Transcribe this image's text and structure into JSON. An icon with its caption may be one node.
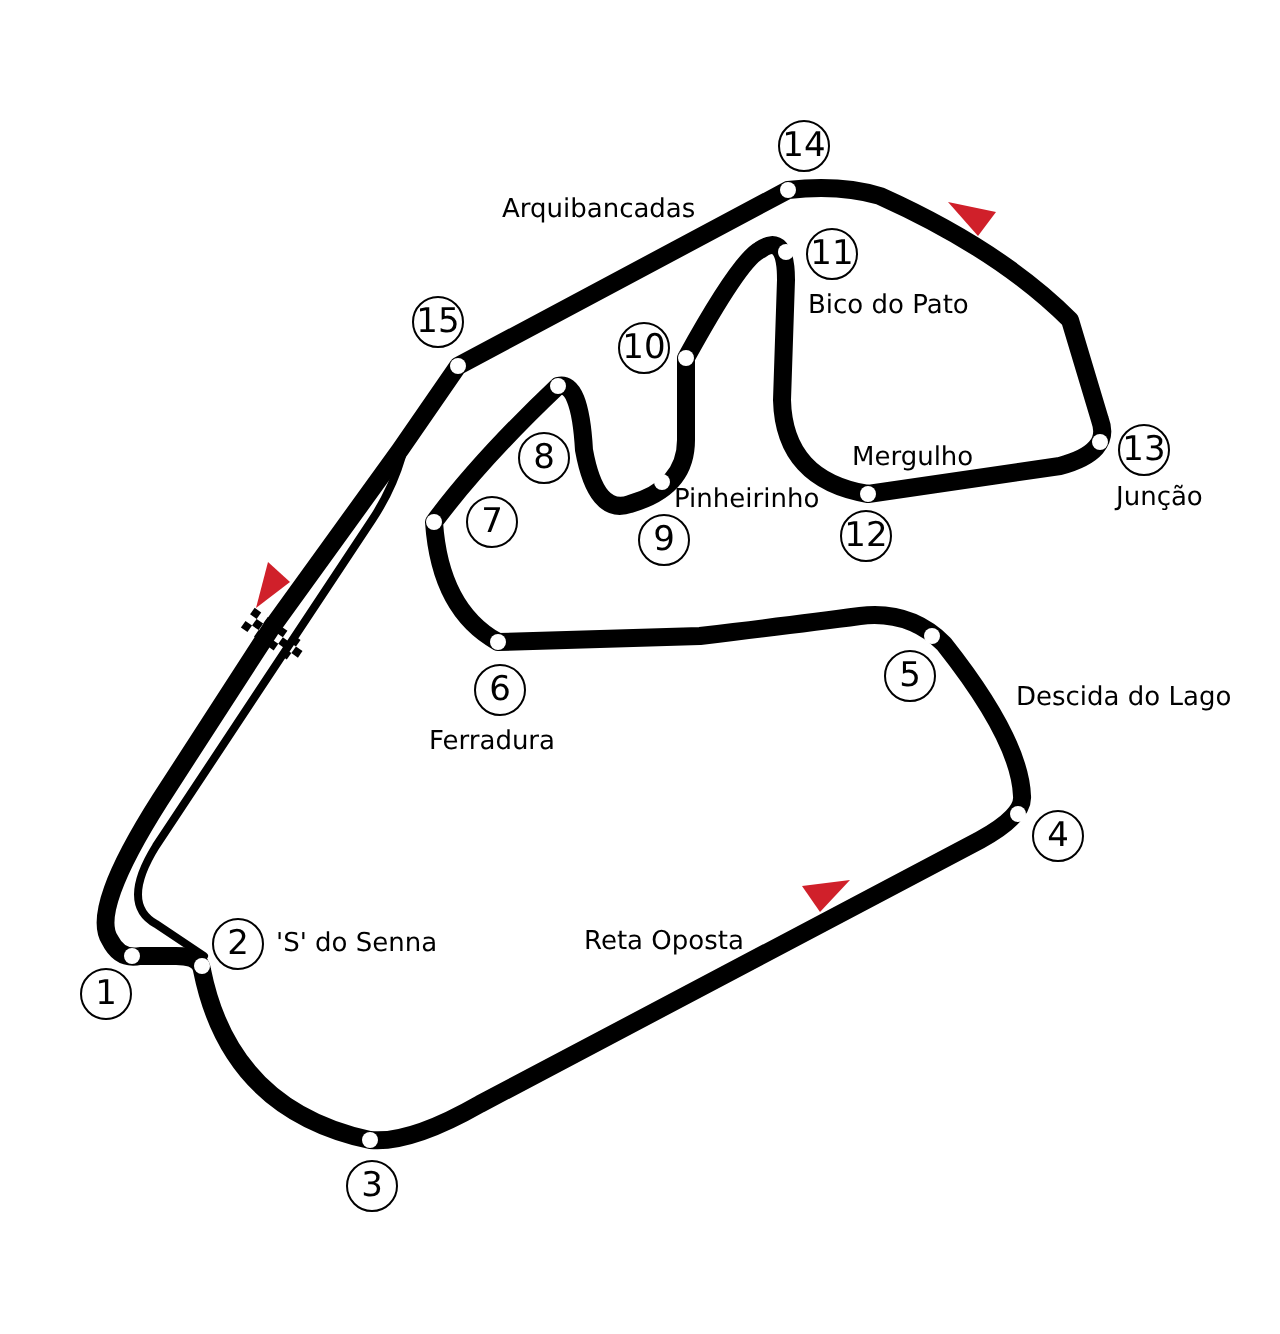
{
  "diagram": {
    "nodes": [
      {
        "text": [
          "1"
        ]
      },
      {
        "text": [
          "2"
        ]
      },
      {
        "text": [
          "3"
        ]
      },
      {
        "text": [
          "4"
        ]
      },
      {
        "text": [
          "5"
        ]
      },
      {
        "text": [
          "6"
        ]
      },
      {
        "text": [
          "7"
        ]
      },
      {
        "text": [
          "8"
        ]
      },
      {
        "text": [
          "9"
        ]
      },
      {
        "text": [
          "10"
        ]
      },
      {
        "text": [
          "11"
        ]
      },
      {
        "text": [
          "12"
        ]
      },
      {
        "text": [
          "13"
        ]
      },
      {
        "text": [
          "14"
        ]
      },
      {
        "text": [
          "15"
        ]
      }
    ],
    "labels": [
      "Arquibancadas",
      "Bico do Pato",
      "Mergulho",
      "Pinheirinho",
      "Junção",
      "Descida do Lago",
      "Ferradura",
      "'S' do Senna",
      "Reta Oposta"
    ]
  }
}
